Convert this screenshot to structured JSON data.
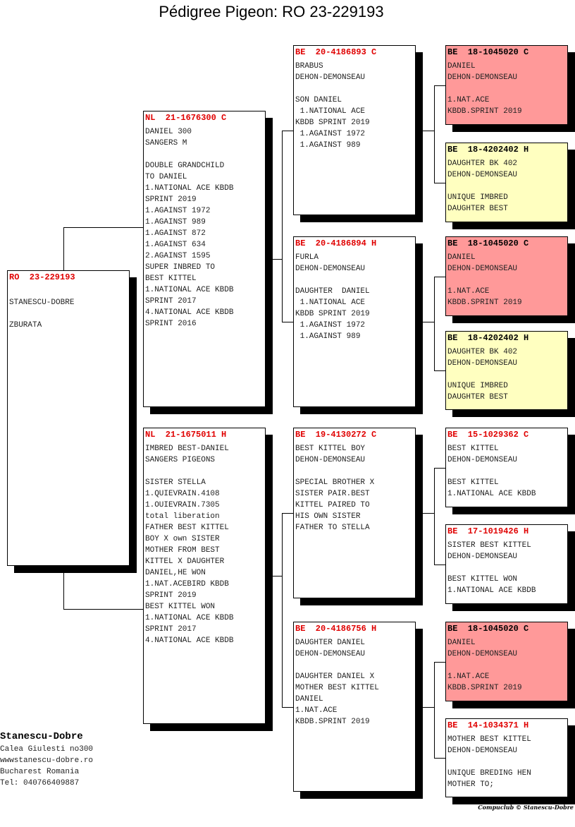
{
  "title": "Pédigree Pigeon: RO  23-229193",
  "pigeons": [
    {
      "ring": "RO  23-229193",
      "text": "\nSTANESCU-DOBRE\n\nZBURATA",
      "color": "white"
    },
    {
      "ring": "NL  21-1676300 C",
      "text": "DANIEL 300\nSANGERS M\n\nDOUBLE GRANDCHILD\nTO DANIEL\n1.NATIONAL ACE KBDB\nSPRINT 2019\n1.AGAINST 1972\n1.AGAINST 989\n1.AGAINST 872\n1.AGAINST 634\n2.AGAINST 1595\nSUPER INBRED TO\nBEST KITTEL\n1.NATIONAL ACE KBDB\nSPRINT 2017\n4.NATIONAL ACE KBDB\nSPRINT 2016",
      "color": "white"
    },
    {
      "ring": "NL  21-1675011 H",
      "text": "IMBRED BEST-DANIEL\nSANGERS PIGEONS\n\nSISTER STELLA\n1.QUIEVRAIN.4108\n1.OUIEVRAIN.7305\ntotal liberation\nFATHER BEST KITTEL\nBOY X own SISTER\nMOTHER FROM BEST\nKITTEL X DAUGHTER\nDANIEL,HE WON\n1.NAT.ACEBIRD KBDB\nSPRINT 2019\nBEST KITTEL WON\n1.NATIONAL ACE KBDB\nSPRINT 2017\n4.NATIONAL ACE KBDB",
      "color": "white"
    },
    {
      "ring": "BE  20-4186893 C",
      "text": "BRABUS\nDEHON-DEMONSEAU\n\nSON DANIEL\n 1.NATIONAL ACE\nKBDB SPRINT 2019\n 1.AGAINST 1972\n 1.AGAINST 989",
      "color": "white"
    },
    {
      "ring": "BE  20-4186894 H",
      "text": "FURLA\nDEHON-DEMONSEAU\n\nDAUGHTER  DANIEL\n 1.NATIONAL ACE\nKBDB SPRINT 2019\n 1.AGAINST 1972\n 1.AGAINST 989",
      "color": "white"
    },
    {
      "ring": "BE  19-4130272 C",
      "text": "BEST KITTEL BOY\nDEHON-DEMONSEAU\n\nSPECIAL BROTHER X\nSISTER PAIR.BEST\nKITTEL PAIRED TO\nHIS OWN SISTER\nFATHER TO STELLA",
      "color": "white"
    },
    {
      "ring": "BE  20-4186756 H",
      "text": "DAUGHTER DANIEL\nDEHON-DEMONSEAU\n\nDAUGHTER DANIEL X\nMOTHER BEST KITTEL\nDANIEL\n1.NAT.ACE\nKBDB.SPRINT 2019",
      "color": "white"
    },
    {
      "ring": "BE  18-1045020 C",
      "text": "DANIEL\nDEHON-DEMONSEAU\n\n1.NAT.ACE\nKBDB.SPRINT 2019",
      "color": "pink"
    },
    {
      "ring": "BE  18-4202402 H",
      "text": "DAUGHTER BK 402\nDEHON-DEMONSEAU\n\nUNIQUE IMBRED\nDAUGHTER BEST",
      "color": "yellow"
    },
    {
      "ring": "BE  18-1045020 C",
      "text": "DANIEL\nDEHON-DEMONSEAU\n\n1.NAT.ACE\nKBDB.SPRINT 2019",
      "color": "pink"
    },
    {
      "ring": "BE  18-4202402 H",
      "text": "DAUGHTER BK 402\nDEHON-DEMONSEAU\n\nUNIQUE IMBRED\nDAUGHTER BEST",
      "color": "yellow"
    },
    {
      "ring": "BE  15-1029362 C",
      "text": "BEST KITTEL\nDEHON-DEMONSEAU\n\nBEST KITTEL\n1.NATIONAL ACE KBDB",
      "color": "white"
    },
    {
      "ring": "BE  17-1019426 H",
      "text": "SISTER BEST KITTEL\nDEHON-DEMONSEAU\n\nBEST KITTEL WON\n1.NATIONAL ACE KBDB",
      "color": "white"
    },
    {
      "ring": "BE  18-1045020 C",
      "text": "DANIEL\nDEHON-DEMONSEAU\n\n1.NAT.ACE\nKBDB.SPRINT 2019",
      "color": "pink"
    },
    {
      "ring": "BE  14-1034371 H",
      "text": "MOTHER BEST KITTEL\nDEHON-DEMONSEAU\n\nUNIQUE BREDING HEN\nMOTHER TO;",
      "color": "white"
    }
  ],
  "footer": {
    "name": "Stanescu-Dobre",
    "address": "Calea Giulesti no300\nwwwstanescu-dobre.ro\nBucharest Romania\nTel: 040766409887"
  },
  "credit": "Compuclub © Stanescu-Dobre"
}
